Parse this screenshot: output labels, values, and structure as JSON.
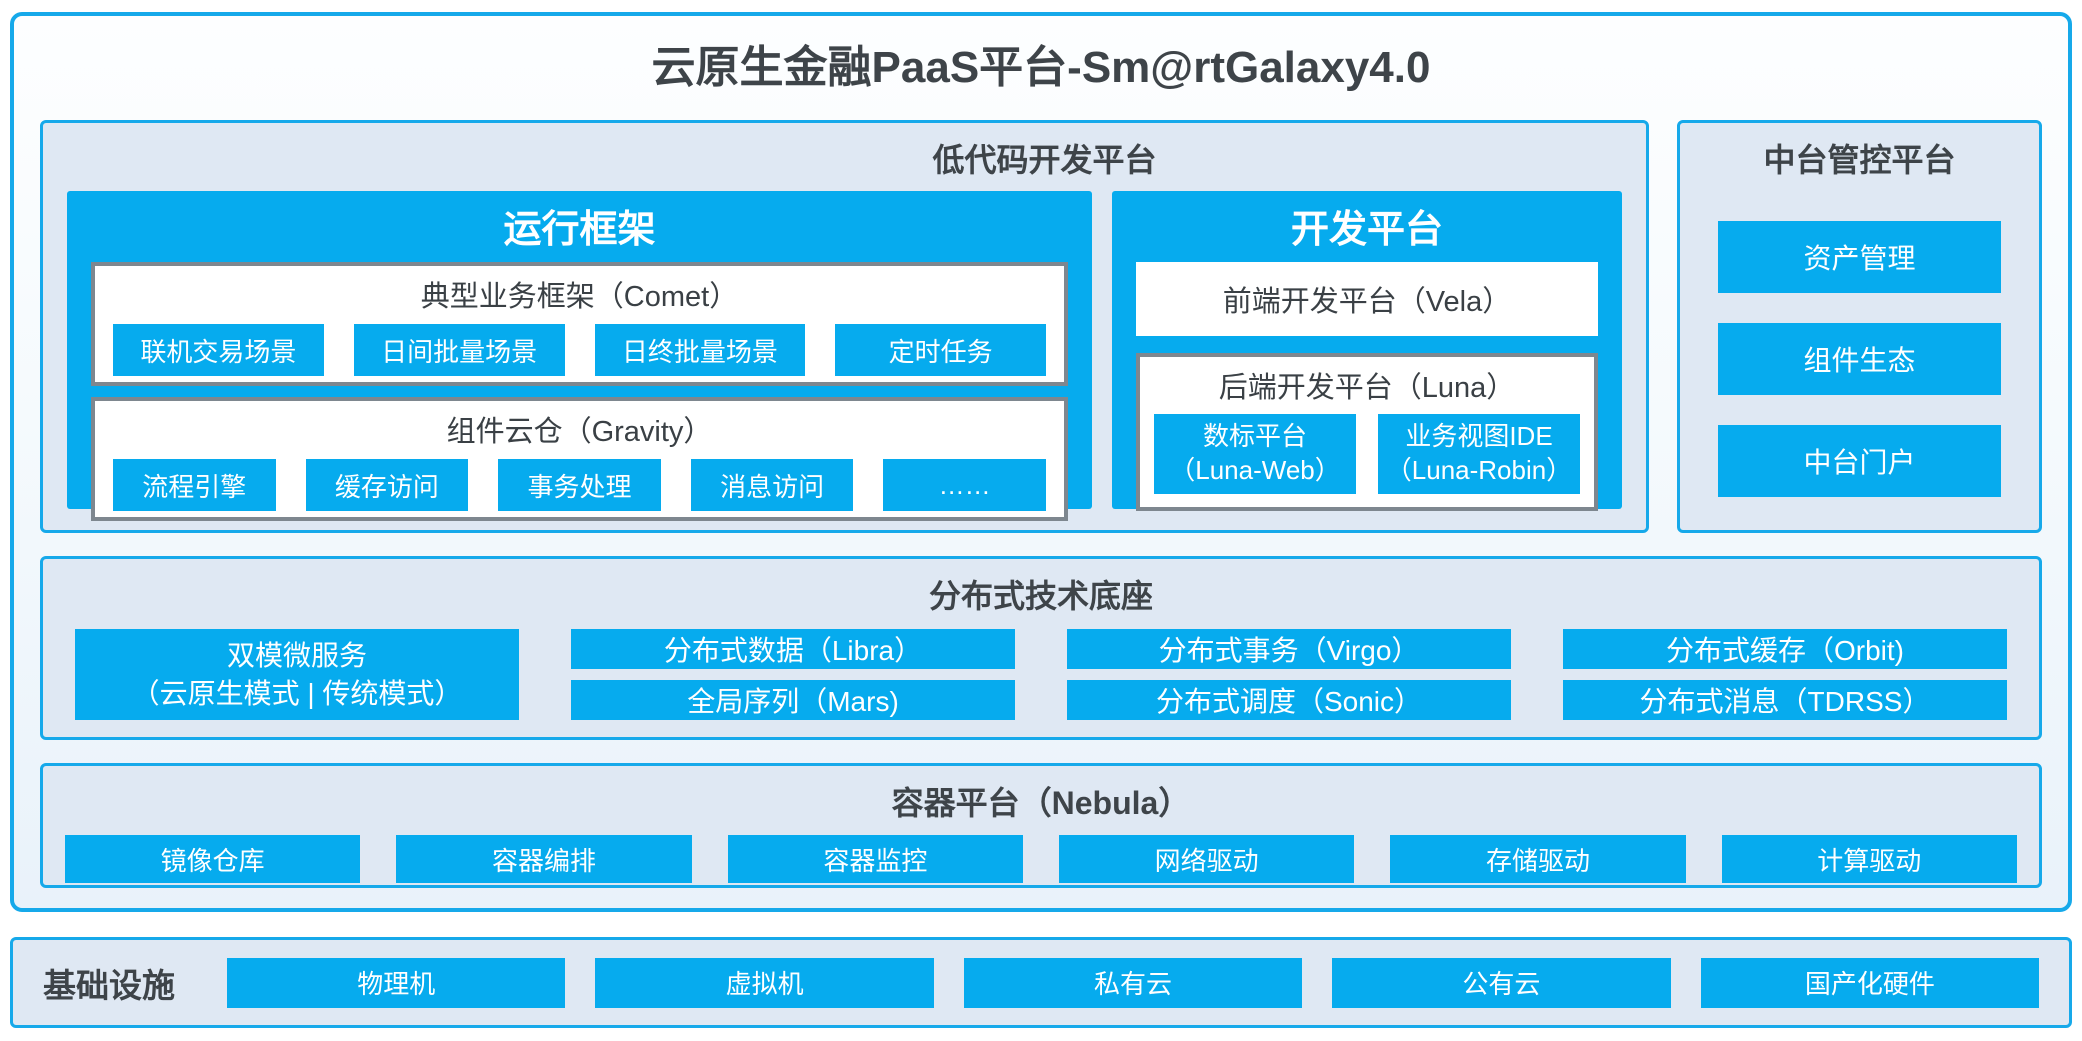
{
  "title": "云原生金融PaaS平台-Sm@rtGalaxy4.0",
  "colors": {
    "accent_blue": "#06abee",
    "border_blue": "#16a9ea",
    "panel_bg": "#dfe8f3",
    "gray_border": "#7e878f",
    "text_dark": "#3e4449",
    "text_on_blue": "#ffffff"
  },
  "lowcode": {
    "title": "低代码开发平台",
    "runtime": {
      "title": "运行框架",
      "comet": {
        "title": "典型业务框架（Comet）",
        "buttons": [
          "联机交易场景",
          "日间批量场景",
          "日终批量场景",
          "定时任务"
        ]
      },
      "gravity": {
        "title": "组件云仓（Gravity）",
        "buttons": [
          "流程引擎",
          "缓存访问",
          "事务处理",
          "消息访问",
          "……"
        ]
      }
    },
    "dev": {
      "title": "开发平台",
      "vela": "前端开发平台（Vela）",
      "luna": {
        "title": "后端开发平台（Luna）",
        "buttons": [
          {
            "label": "数标平台",
            "sub": "（Luna-Web）"
          },
          {
            "label": "业务视图IDE",
            "sub": "（Luna-Robin）"
          }
        ]
      }
    }
  },
  "middle": {
    "title": "中台管控平台",
    "buttons": [
      "资产管理",
      "组件生态",
      "中台门户"
    ]
  },
  "distributed": {
    "title": "分布式技术底座",
    "dual_mode": {
      "label": "双模微服务",
      "sub": "（云原生模式 | 传统模式）"
    },
    "columns": [
      [
        "分布式数据（Libra）",
        "全局序列（Mars)"
      ],
      [
        "分布式事务（Virgo）",
        "分布式调度（Sonic）"
      ],
      [
        "分布式缓存（Orbit)",
        "分布式消息（TDRSS）"
      ]
    ]
  },
  "container_platform": {
    "title": "容器平台（Nebula）",
    "buttons": [
      "镜像仓库",
      "容器编排",
      "容器监控",
      "网络驱动",
      "存储驱动",
      "计算驱动"
    ]
  },
  "infrastructure": {
    "label": "基础设施",
    "buttons": [
      "物理机",
      "虚拟机",
      "私有云",
      "公有云",
      "国产化硬件"
    ]
  }
}
